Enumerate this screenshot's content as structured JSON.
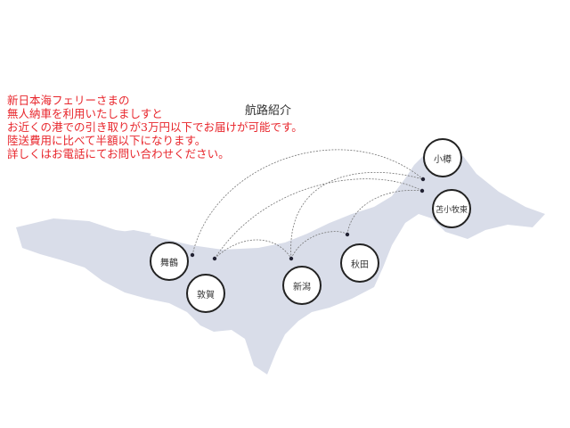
{
  "notice": {
    "lines": [
      "新日本海フェリーさまの",
      "無人納車を利用いたしましすと",
      "お近くの港での引き取りが3万円以下でお届けが可能です。",
      "陸送費用に比べて半額以下になります。",
      "詳しくはお電話にてお問い合わせください。"
    ],
    "color": "#e8262c"
  },
  "title": "航路紹介",
  "ports": {
    "maizuru": "舞鶴",
    "tsuruga": "敦賀",
    "niigata": "新潟",
    "akita": "秋田",
    "otaru": "小樽",
    "tomakomai": "苫小牧東"
  },
  "routes": [
    [
      "舞鶴",
      "小樽"
    ],
    [
      "敦賀",
      "苫小牧東"
    ],
    [
      "敦賀",
      "新潟"
    ],
    [
      "新潟",
      "小樽"
    ],
    [
      "新潟",
      "秋田"
    ],
    [
      "秋田",
      "苫小牧東"
    ]
  ],
  "map_color": "#d9dde9"
}
